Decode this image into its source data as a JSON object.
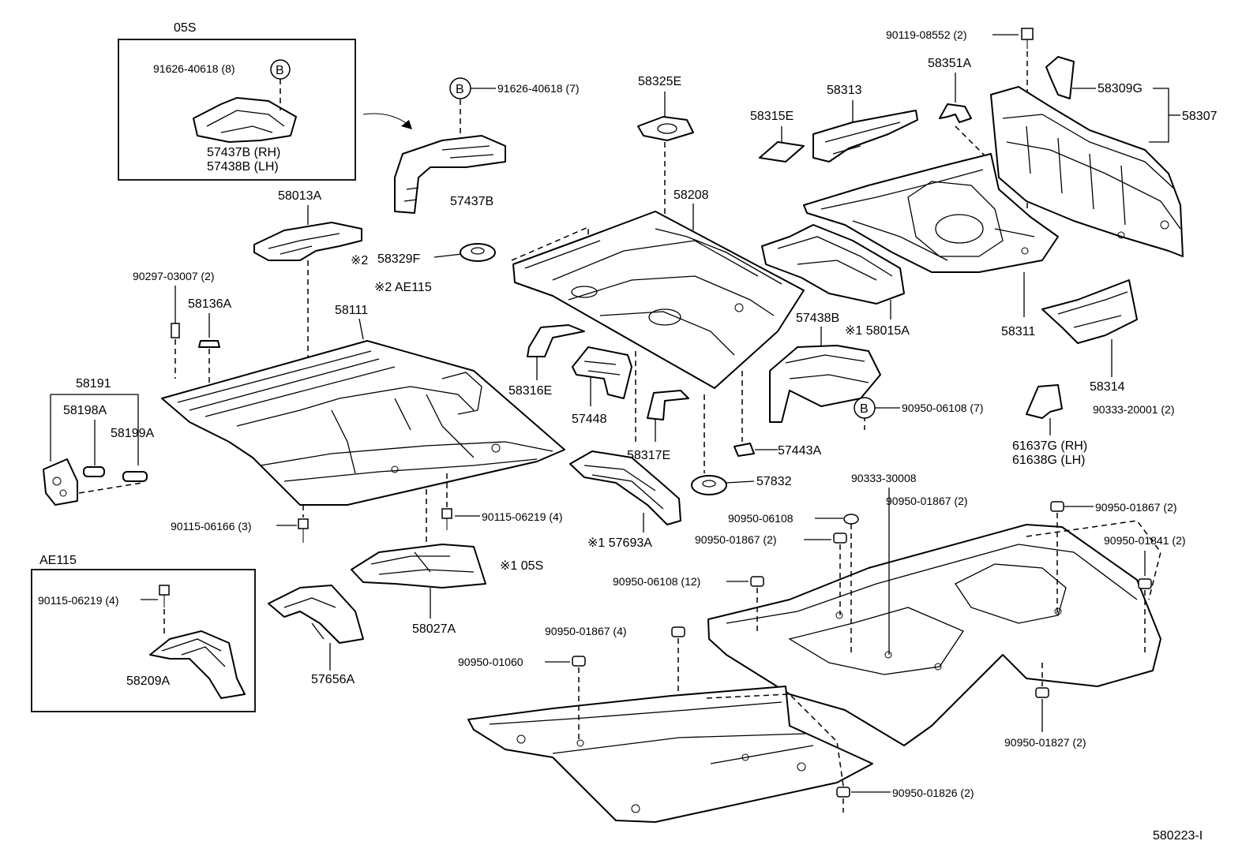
{
  "labels": {
    "group_05s": "05S",
    "bolt_91626_b8": "91626-40618 (8)",
    "circle_b": "B",
    "p57437b_rh": "57437B (RH)",
    "p57438b_lh": "57438B (LH)",
    "bolt_91626_b7": "91626-40618 (7)",
    "p57437b": "57437B",
    "p58013a": "58013A",
    "mark2_58329f_prefix": "※2",
    "p58329f": "58329F",
    "mark2_ae115": "※2 AE115",
    "p90297": "90297-03007 (2)",
    "p58136a": "58136A",
    "p58111": "58111",
    "p58191": "58191",
    "p58198a": "58198A",
    "p58199a": "58199A",
    "p90115_06166": "90115-06166 (3)",
    "p90115_06219": "90115-06219 (4)",
    "group_ae115": "AE115",
    "p90115_06219_ae": "90115-06219 (4)",
    "p58209a": "58209A",
    "p57656a": "57656A",
    "p58027a": "58027A",
    "mark1_05s": "※1 05S",
    "p58325e": "58325E",
    "p58208": "58208",
    "p58316e": "58316E",
    "p57448": "57448",
    "p58317e": "58317E",
    "p57693a": "※1 57693A",
    "p57832": "57832",
    "p58315e": "58315E",
    "p58313": "58313",
    "p58351a": "58351A",
    "p90119": "90119-08552 (2)",
    "p58309g": "58309G",
    "p58307": "58307",
    "p58311": "58311",
    "p58314": "58314",
    "p90333_20001": "90333-20001 (2)",
    "p58015a": "※1 58015A",
    "p57438b": "57438B",
    "p90950_06108_7": "90950-06108 (7)",
    "p57443a": "57443A",
    "p61637g": "61637G (RH)",
    "p61638g": "61638G (LH)",
    "p90333_30008": "90333-30008",
    "p90950_01867_2a": "90950-01867 (2)",
    "p90950_06108": "90950-06108",
    "p90950_01867_2b": "90950-01867 (2)",
    "p90950_01867_2c": "90950-01867 (2)",
    "p90950_01841": "90950-01841 (2)",
    "p90950_06108_12": "90950-06108 (12)",
    "p90950_01867_4": "90950-01867 (4)",
    "p90950_01060": "90950-01060",
    "p90950_01827": "90950-01827 (2)",
    "p90950_01826": "90950-01826 (2)",
    "diagram_id": "580223-I"
  }
}
